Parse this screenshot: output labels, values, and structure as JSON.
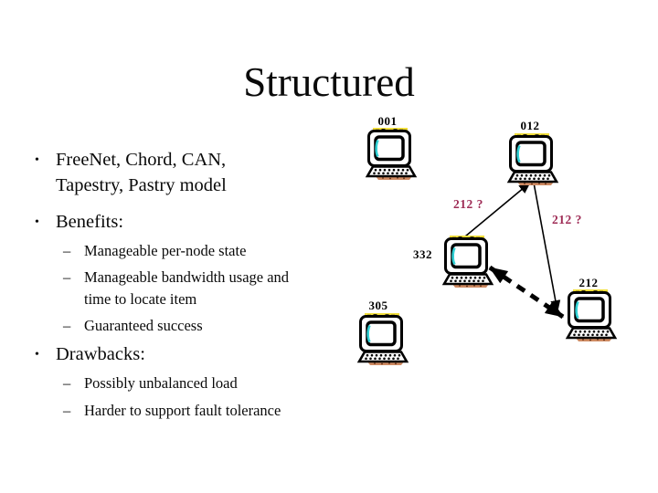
{
  "slide": {
    "title": "Structured",
    "bullet_char": "•",
    "dash_char": "–",
    "bullets": [
      {
        "level": 1,
        "text": "FreeNet, Chord, CAN, Tapestry, Pastry model"
      },
      {
        "level": 1,
        "text": "Benefits:"
      },
      {
        "level": 2,
        "text": "Manageable per-node state"
      },
      {
        "level": 2,
        "text": "Manageable bandwidth usage and time to locate item"
      },
      {
        "level": 2,
        "text": "Guaranteed success"
      },
      {
        "level": 1,
        "text": "Drawbacks:"
      },
      {
        "level": 2,
        "text": "Possibly unbalanced load"
      },
      {
        "level": 2,
        "text": "Harder to support fault tolerance"
      }
    ]
  },
  "diagram": {
    "nodes": [
      {
        "id": "001"
      },
      {
        "id": "012"
      },
      {
        "id": "332"
      },
      {
        "id": "305"
      },
      {
        "id": "212"
      }
    ],
    "queries": [
      {
        "label": "212 ?"
      },
      {
        "label": "212 ?"
      }
    ],
    "arrows": [
      {
        "from": "332",
        "to": "012",
        "style": "solid-thin",
        "label": "212 ?"
      },
      {
        "from": "012",
        "to": "212",
        "style": "solid-thin",
        "label": "212 ?"
      },
      {
        "from": "332",
        "to": "212",
        "style": "dashed-thick",
        "bidirectional": true
      }
    ],
    "colors": {
      "query_label": "#9E2B55",
      "arrow": "#000000",
      "computer_yellow": "#F2DF3A",
      "computer_cyan": "#2FD0D4",
      "computer_tan": "#CE8A62"
    }
  }
}
